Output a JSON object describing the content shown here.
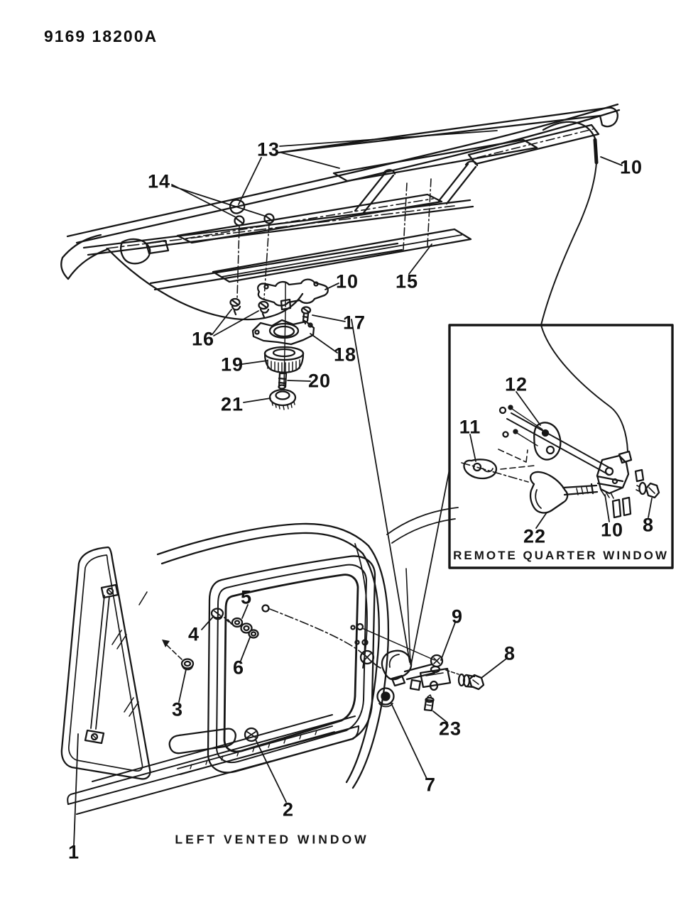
{
  "header": {
    "drawing_code": "9169 18200A"
  },
  "captions": {
    "main_figure": "LEFT VENTED WINDOW",
    "inset_figure": "REMOTE QUARTER WINDOW"
  },
  "colors": {
    "ink": "#161616",
    "paper": "#ffffff"
  },
  "callouts": {
    "c1": "1",
    "c2": "2",
    "c3": "3",
    "c4": "4",
    "c5": "5",
    "c6": "6",
    "c7": "7",
    "c8_latch": "8",
    "c8_inset": "8",
    "c9": "9",
    "c10_roof": "10",
    "c10_crank": "10",
    "c10_inset": "10",
    "c11": "11",
    "c12": "12",
    "c13": "13",
    "c14": "14",
    "c15": "15",
    "c16": "16",
    "c17": "17",
    "c18": "18",
    "c19": "19",
    "c20": "20",
    "c21": "21",
    "c22": "22",
    "c23": "23"
  }
}
